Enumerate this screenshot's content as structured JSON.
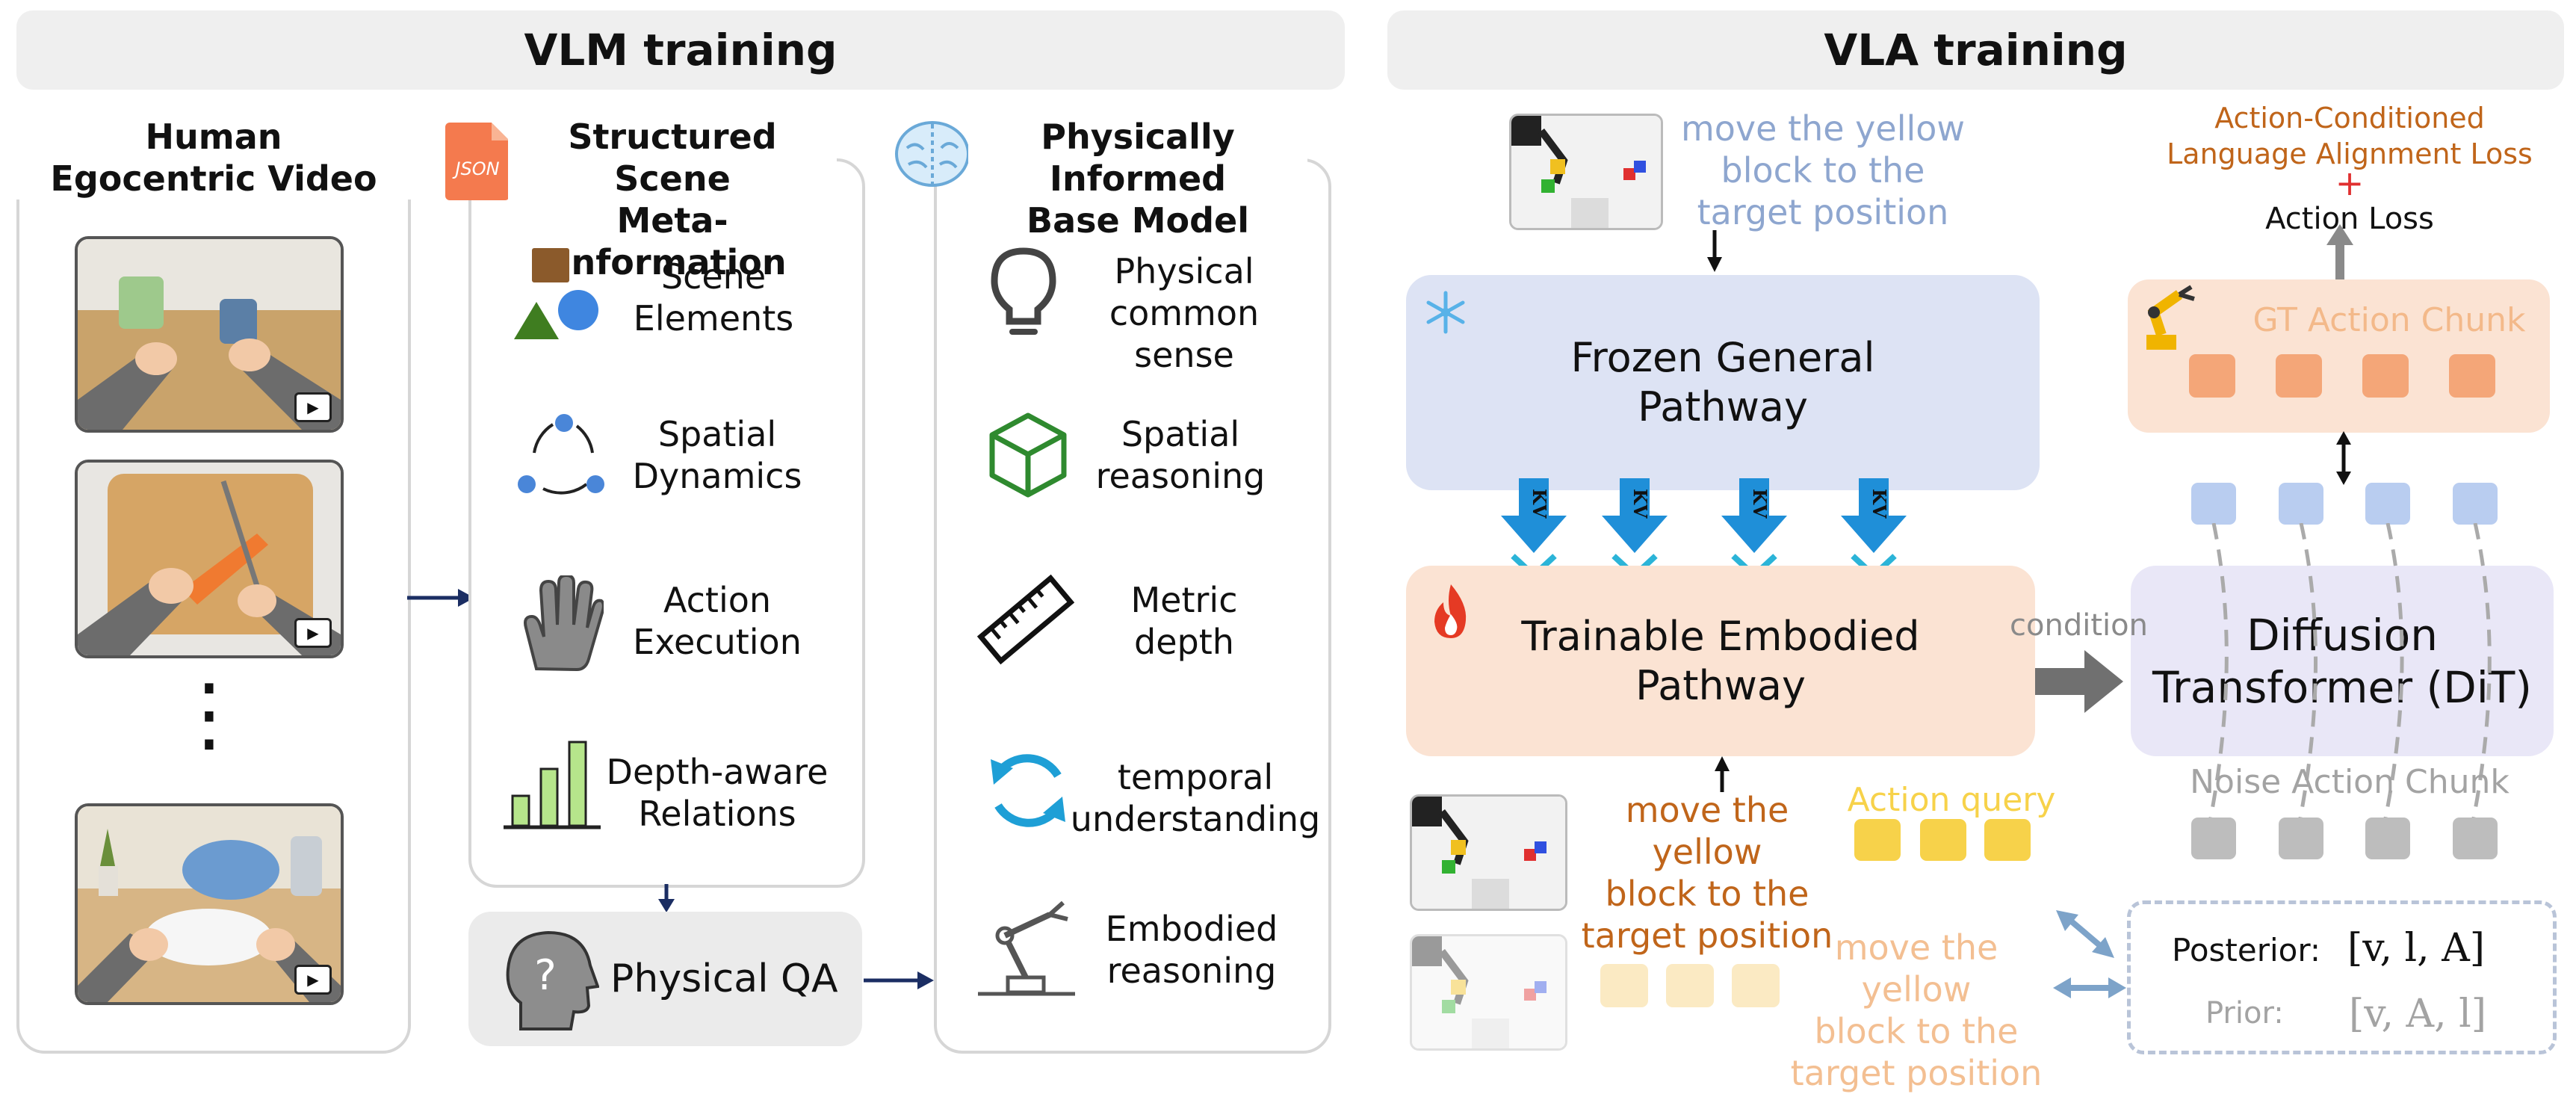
{
  "vlm": {
    "title": "VLM training",
    "video": {
      "title": "Human\nEgocentric Video",
      "ellipsis": "⋮"
    },
    "meta": {
      "title": "Structured Scene\nMeta-Information",
      "json_badge": "JSON",
      "items": [
        {
          "label": "Scene\nElements",
          "icon": "shapes-icon"
        },
        {
          "label": "Spatial\nDynamics",
          "icon": "orbit-icon"
        },
        {
          "label": "Action\nExecution",
          "icon": "hand-icon"
        },
        {
          "label": "Depth-aware\nRelations",
          "icon": "bar-chart-icon"
        }
      ]
    },
    "qa": {
      "label": "Physical QA",
      "icon": "head-question-icon",
      "mark": "?"
    },
    "base": {
      "title": "Physically Informed\nBase Model",
      "items": [
        {
          "label": "Physical\ncommon sense",
          "icon": "lightbulb-icon"
        },
        {
          "label": "Spatial\nreasoning",
          "icon": "cube-icon"
        },
        {
          "label": "Metric\ndepth",
          "icon": "ruler-icon"
        },
        {
          "label": "temporal\nunderstanding",
          "icon": "cycle-icon"
        },
        {
          "label": "Embodied\nreasoning",
          "icon": "robot-arm-icon"
        }
      ]
    }
  },
  "vla": {
    "title": "VLA training",
    "top_instruction": "move the yellow\nblock to the\ntarget position",
    "frozen": "Frozen General\nPathway",
    "kv": "KV",
    "trainable": "Trainable Embodied\nPathway",
    "instruction": "move the yellow\nblock to the\ntarget position",
    "action_query": "Action query",
    "faded_instruction": "move the yellow\nblock to the\ntarget position",
    "loss1": "Action-Conditioned\nLanguage Alignment Loss",
    "plus": "+",
    "loss2": "Action Loss",
    "gt": "GT Action Chunk",
    "condition": "condition",
    "dit": "Diffusion\nTransformer (DiT)",
    "noise": "Noise Action Chunk",
    "posterior_label": "Posterior:",
    "posterior_value": "[v, l, A]",
    "prior_label": "Prior:",
    "prior_value": "[v, A, l]"
  },
  "colors": {
    "frozen": "#dde3f4",
    "trainable": "#fbe3d3",
    "gt": "#fbe3d3",
    "dit": "#e9e7f7",
    "kv": "#1f8fd8",
    "orange_text": "#c0651a",
    "blue_text": "#8ea6cf",
    "yellow": "#f7d24a"
  }
}
